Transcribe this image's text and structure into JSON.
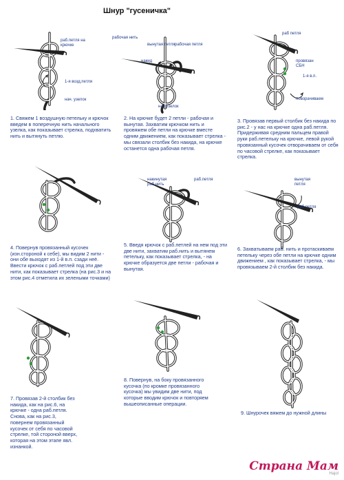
{
  "title": "Шнур \"гусеничка\"",
  "figures": [
    {
      "labels": [
        "раб.петля на крючке",
        "1-я возд.петля",
        "нач. узелок"
      ],
      "caption": "1. Свяжем 1 воздушную петельку и крючок введем в поперечную нить начального узелка, как показывает стрелка, подхватить нить и вытянуть петлю."
    },
    {
      "labels": [
        "рабочая нить",
        "вынутая петля",
        "рабочая петля",
        "накид",
        "нач.узелок"
      ],
      "caption": "2. На крючке будет 2 петли - рабочая и вынутая. Захватим крючком нить и провяжем обе петли на крючке вместе одним движением, как показывает стрелка - мы связали столбик без накида, на крючке останется одна рабочая петля."
    },
    {
      "labels": [
        "раб петля",
        "провязан СБН",
        "1-я в.п.",
        "поворачиваем"
      ],
      "caption": "3. Провязав первый столбик без накида по рис.2 - у нас на крючке одна раб.петля. Придерживая средним пальцем правой руки раб.петельку на крючке, левой рукой провязанный кусочек отворачиваем от себя по часовой стрелке, как показывает стрелка."
    },
    {
      "labels": [],
      "caption": "4. Повернув провязанный кусочек (изн.стороной к себе), мы видим 2 нити - они обе выходят из 1-й в.п. сзади неё. Ввести крючок с раб.петлей под эти две нити, как показывает стрелка (на рис.3 и на этом рис.4 отметила их зелеными точками)"
    },
    {
      "labels": [
        "накинутая раб.нить",
        "раб.петля"
      ],
      "caption": "5. Введя крючок с раб.петлей на нем под эти две нити, захватим раб.нить и вытянем петельку, как показывает стрелка, - на крючке образуется две петли - рабочая и вынутая."
    },
    {
      "labels": [
        "вынутая петля",
        "раб петля"
      ],
      "caption": "6. Захватываем раб. нить и протаскиваем петельку через обе петли на крючке одним движением , как показывает стрелка, - мы провязываем 2-й столбик без накида."
    },
    {
      "labels": [],
      "caption": "7. Провязав 2-й столбик без накида, как на рис.6, на крючке - одна раб.петля. Снова, как на рис.3, повернем провязанный кусочек от себя по часовой стрелке, той стороной вверх, которая на этом этапе явл. изнанкой."
    },
    {
      "labels": [],
      "caption": "8. Повернув, на боку провязанного кусочка (по кромке провязанного кусочка) мы увидим две нити, под которые вводим крючок и повторяем вышеописанные операции."
    },
    {
      "labels": [],
      "caption": "9. Шнурочек вяжем до нужной длины"
    }
  ],
  "watermark": {
    "main": "Страна Мам",
    "sub": "Hajol"
  }
}
